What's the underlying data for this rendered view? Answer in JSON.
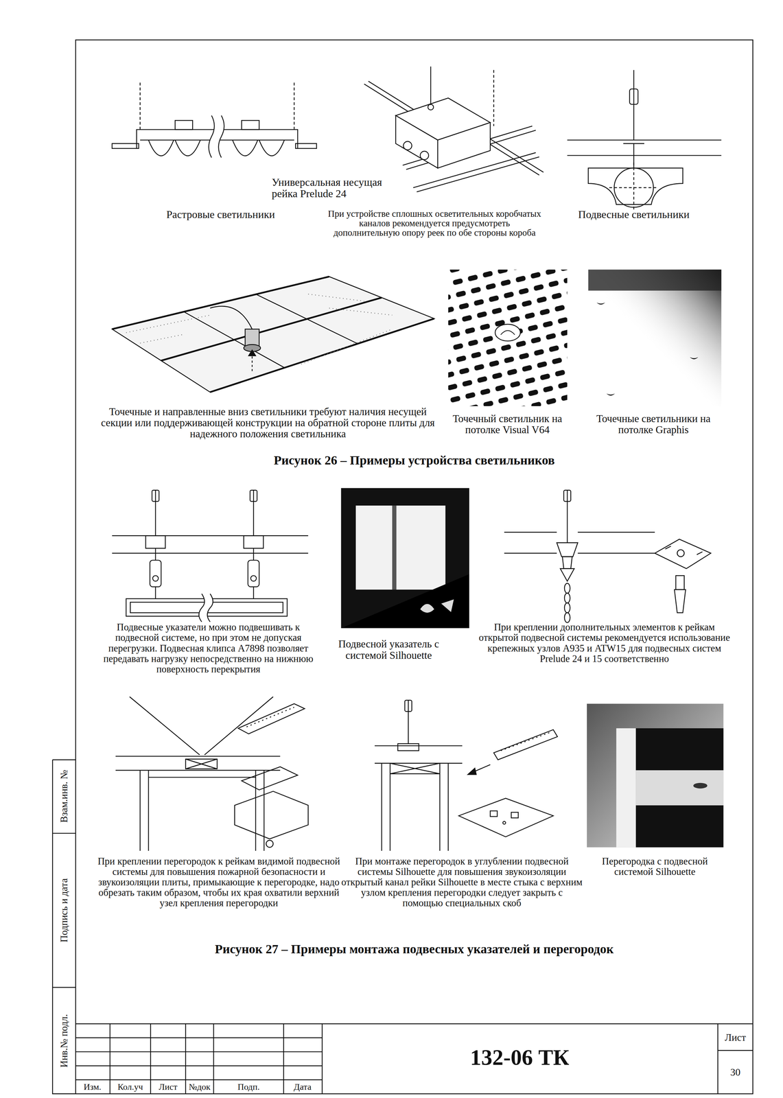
{
  "diagram": {
    "labels": [
      "Универсальная несущая рейка Prelude 24",
      "Растровые светильники",
      "При устройстве сплошных осветительных коробчатых каналов рекомендуется предусмотреть дополнительную опору реек по обе стороны короба",
      "Подвесные светильники",
      "Точечные и направленные вниз светильники требуют наличия несущей секции или поддерживающей конструкции на обратной стороне плиты для надежного положения светильника",
      "Точечный светильник на потолке Visual V64",
      "Точечные светильники на потолке Graphis",
      "Рисунок 26 – Примеры устройства светильников",
      "Подвесные указатели можно подвешивать к подвесной системе, но при этом не допуская перегрузки. Подвесная клипса А7898 позволяет передавать нагрузку непосредственно на нижнюю поверхность перекрытия",
      "Подвесной указатель с системой Silhouette",
      "При креплении дополнительных элементов к рейкам открытой подвесной системы рекомендуется использование крепежных узлов А935 и ATW15 для подвесных систем Prelude 24 и 15 соответственно",
      "При креплении перегородок к рейкам видимой подвесной системы для повышения пожарной безопасности и звукоизоляции плиты, примыкающие к перегородке, надо обрезать таким образом, чтобы их края охватили верхний узел крепления перегородки",
      "При монтаже перегородок в углублении подвесной системы Silhouette для повышения звукоизоляции открытый канал рейки Silhouette в месте стыка с верхним узлом крепления перегородки следует закрыть с помощью специальных скоб",
      "Перегородка с подвесной системой Silhouette",
      "Рисунок 27 – Примеры монтажа подвесных указателей и перегородок",
      "132-06 ТК",
      "Лист",
      "30",
      "Изм.",
      "Кол.уч",
      "Лист",
      "№док",
      "Подп.",
      "Дата",
      "Взам.инв. №",
      "Подпись и дата",
      "Инв.№ подл."
    ]
  }
}
